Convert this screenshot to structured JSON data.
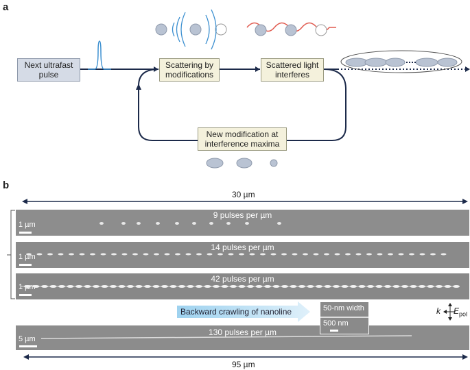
{
  "panel_a": {
    "label": "a",
    "box_pulse": "Next ultrafast\npulse",
    "box_scatter": "Scattering by\nmodifications",
    "box_interfere": "Scattered light\ninterferes",
    "box_new": "New modification at\ninterference maxima"
  },
  "panel_b": {
    "label": "b",
    "top_dim": "30 µm",
    "bottom_dim": "95 µm",
    "strips": [
      {
        "caption": "9 pulses per µm",
        "scale": "1 µm"
      },
      {
        "caption": "14 pulses per µm",
        "scale": "1 µm"
      },
      {
        "caption": "42 pulses per µm",
        "scale": "1 µm"
      },
      {
        "caption": "130 pulses per µm",
        "scale": "5 µm"
      }
    ],
    "crawl_label": "Backward crawling of nanoline",
    "inset_width": "50-nm width",
    "inset_scale": "500 nm",
    "k_label": "k",
    "e_label": "E",
    "e_sub": "pol"
  },
  "colors": {
    "blue": "#3b8fd0",
    "red": "#e05a4f",
    "navy": "#1c2a4a",
    "box_yellow": "#f4f1dc",
    "box_blue": "#d5dbe6"
  }
}
